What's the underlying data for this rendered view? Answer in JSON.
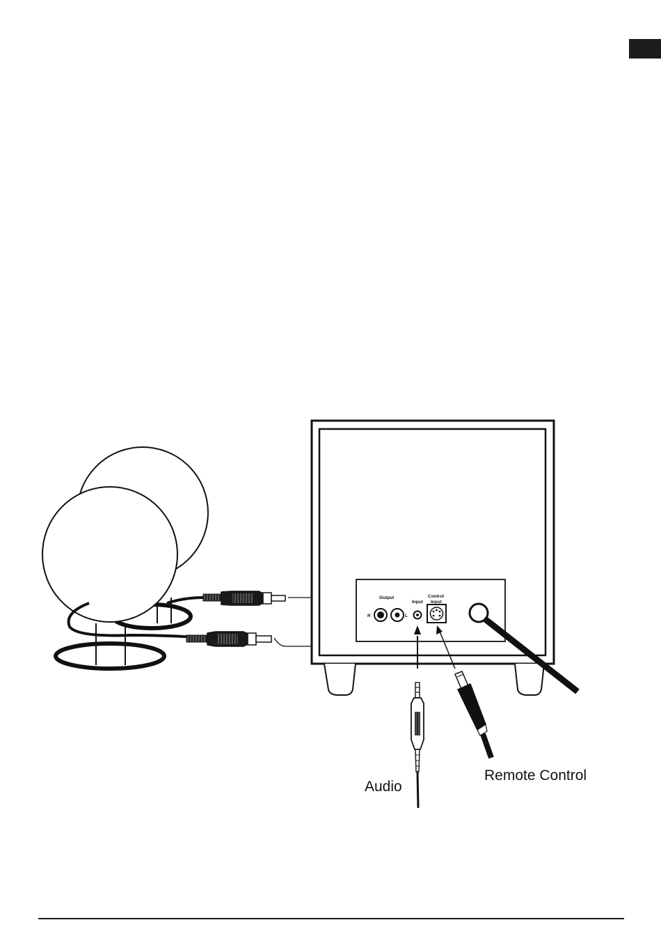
{
  "diagram": {
    "labels": {
      "output": "Output",
      "r": "R",
      "l": "L",
      "input": "Input",
      "control_input_line1": "Control",
      "control_input_line2": "Input",
      "audio": "Audio",
      "remote_control": "Remote Control"
    }
  },
  "colors": {
    "ink": "#111111",
    "tab": "#1c1c1c",
    "background": "#ffffff"
  }
}
